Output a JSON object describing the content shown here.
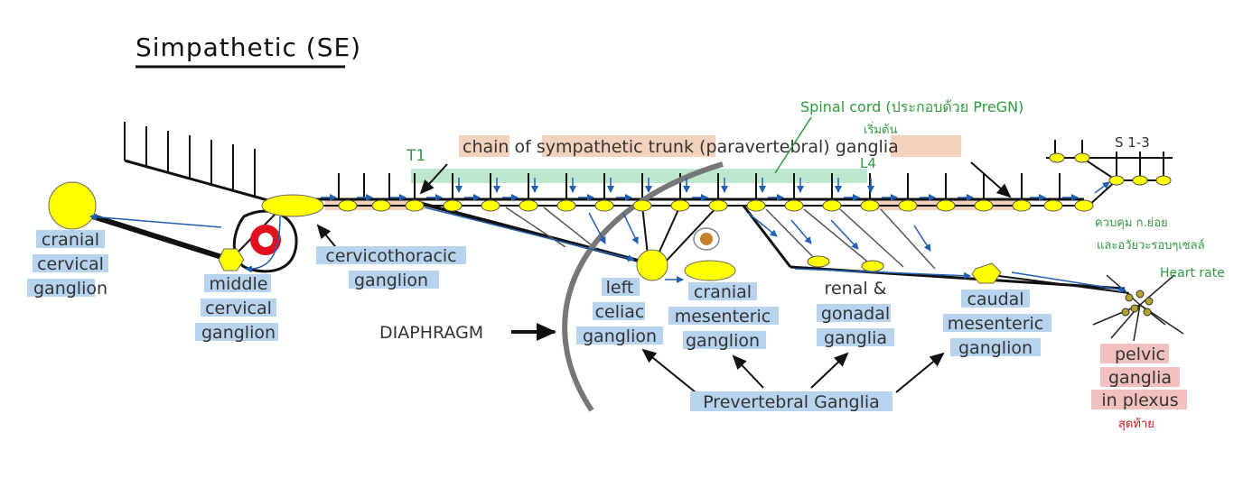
{
  "title": "Simpathetic (SE)",
  "top_label": {
    "w1": "chain",
    "w2": "of",
    "w3": "sympathetic trunk",
    "w4": "(paravertebral)",
    "w5": "ganglia"
  },
  "spinal_note": "Spinal cord (ประกอบด้วย PreGN)",
  "spinal_start": "เริ่มต้น",
  "t1": "T1",
  "l4": "L4",
  "sacral": "S 1-3",
  "ganglia": {
    "cranial_cervical": [
      "cranial",
      "cervical",
      "ganglion"
    ],
    "middle_cervical": [
      "middle",
      "cervical",
      "ganglion"
    ],
    "cervicothoracic": [
      "cervicothoracic",
      "ganglion"
    ],
    "left_celiac": [
      "left",
      "celiac",
      "ganglion"
    ],
    "cranial_mesenteric": [
      "cranial",
      "mesenteric",
      "ganglion"
    ],
    "renal_gonadal": [
      "renal &",
      "gonadal",
      "ganglia"
    ],
    "caudal_mesenteric": [
      "caudal",
      "mesenteric",
      "ganglion"
    ],
    "pelvic": [
      "pelvic",
      "ganglia",
      "in plexus"
    ]
  },
  "diaphragm": "DIAPHRAGM",
  "prevertebral": "Prevertebral Ganglia",
  "side_notes": [
    "ควบคุม ก.ย่อย",
    "และอวัยวะรอบๆเซลล์",
    "Heart rate"
  ],
  "pelvic_note": "สุดท้าย",
  "colors": {
    "ganglion": "#ffff00",
    "arrow_blue": "#1f5fb4",
    "highlight_blue": "#b8d3ee",
    "highlight_tan": "#f2d2bc",
    "highlight_green": "#bfe6cf",
    "highlight_pink": "#f3c0c0",
    "hand_green": "#2e9b3e",
    "hand_red": "#d2141c"
  }
}
